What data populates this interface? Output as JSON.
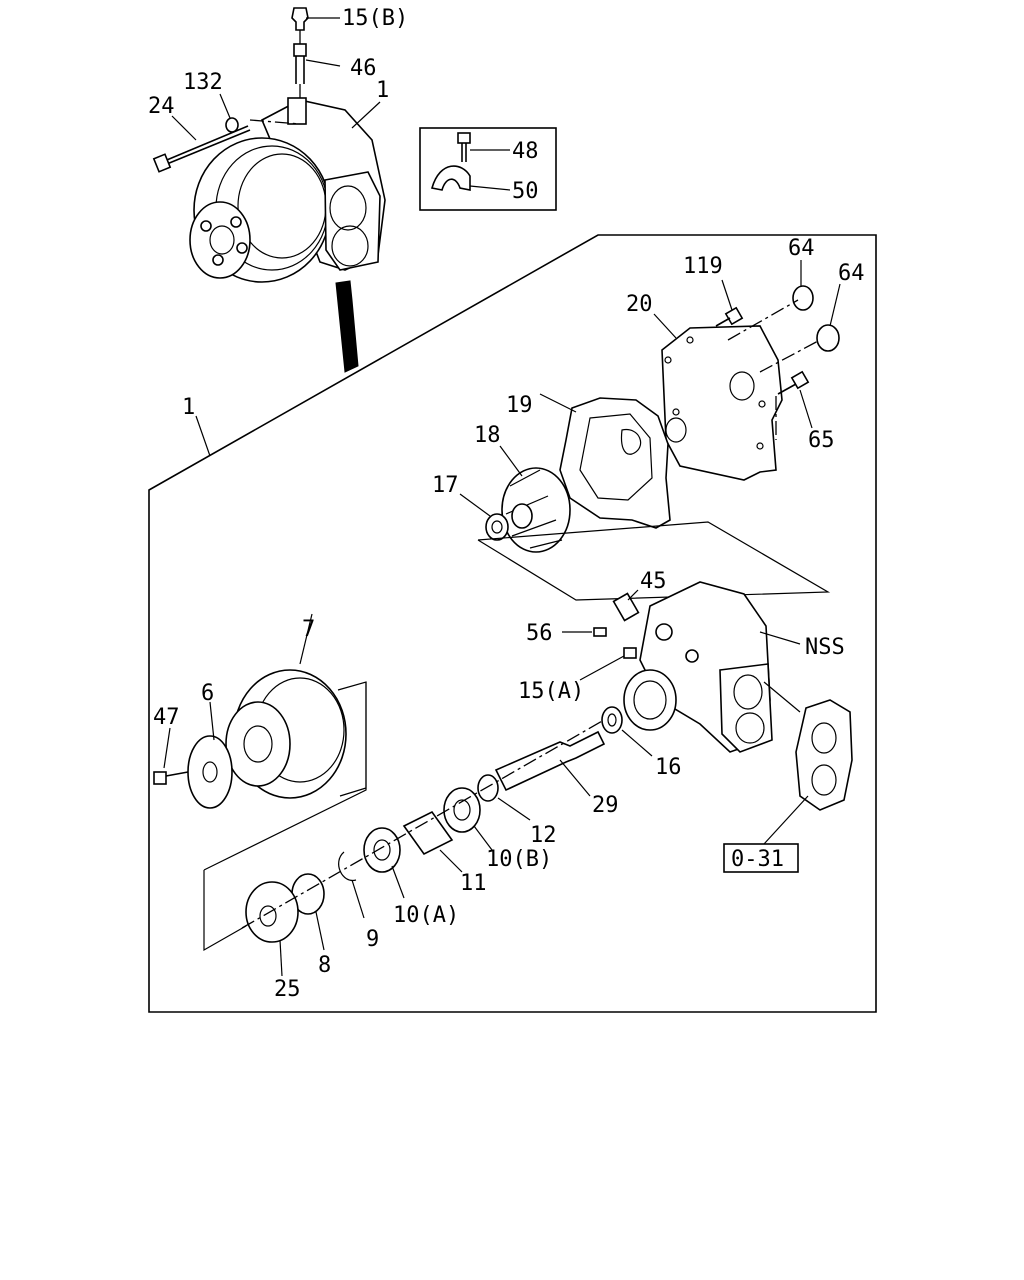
{
  "callouts": {
    "c15b": "15(B)",
    "c46": "46",
    "c132": "132",
    "c24": "24",
    "c1_top": "1",
    "c48": "48",
    "c50": "50",
    "c119": "119",
    "c64_a": "64",
    "c64_b": "64",
    "c20": "20",
    "c19": "19",
    "c65": "65",
    "c18": "18",
    "c17": "17",
    "c1_frame": "1",
    "c45": "45",
    "c56": "56",
    "cNSS": "NSS",
    "c15a": "15(A)",
    "c7": "7",
    "c6": "6",
    "c47": "47",
    "c16": "16",
    "c29": "29",
    "c12": "12",
    "c10b": "10(B)",
    "c11": "11",
    "c10a": "10(A)",
    "c9": "9",
    "c8": "8",
    "c25": "25",
    "ref_box": "0-31"
  }
}
